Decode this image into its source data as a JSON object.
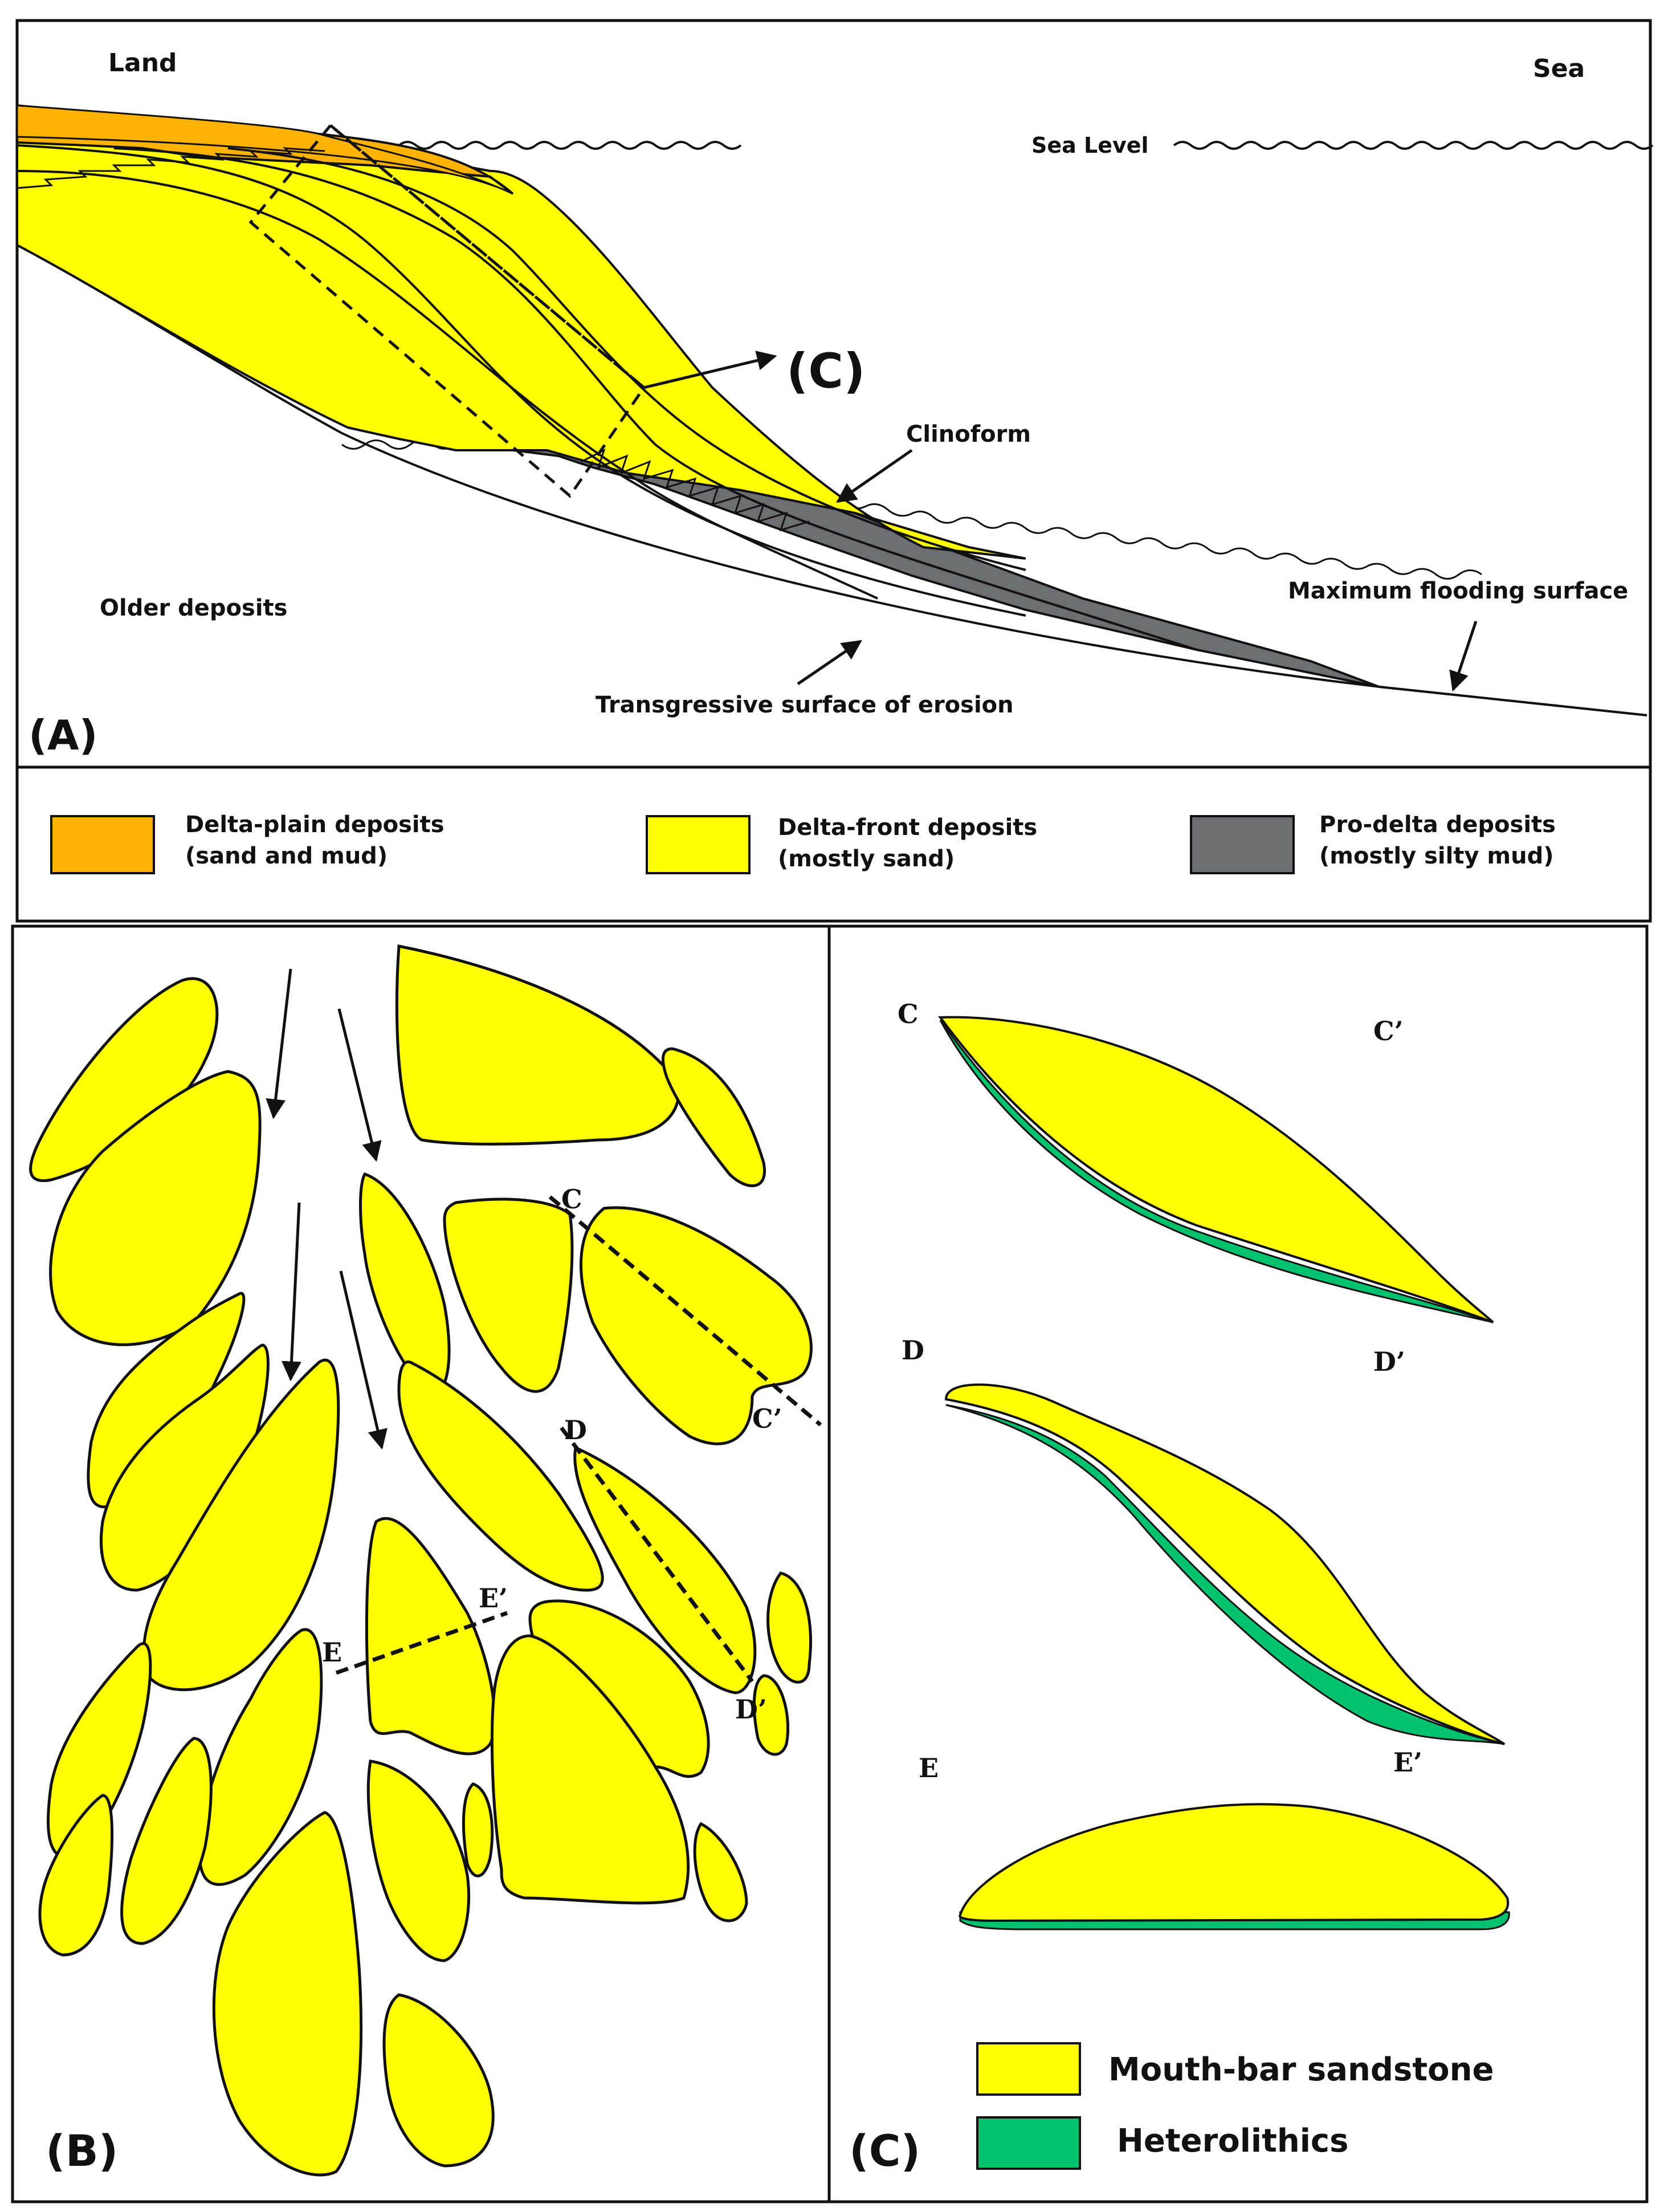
{
  "panel_a": {
    "label": "(A)",
    "land": "Land",
    "sea": "Sea",
    "sea_level": "Sea Level",
    "callout_c": "(C)",
    "clinoform": "Clinoform",
    "older_deposits": "Older deposits",
    "max_flooding": "Maximum flooding surface",
    "transgressive": "Transgressive surface of erosion"
  },
  "legend_a": {
    "items": [
      {
        "line1": "Delta-plain deposits",
        "line2": "(sand and mud)",
        "color": "#FFB300"
      },
      {
        "line1": "Delta-front deposits",
        "line2": "(mostly sand)",
        "color": "#FFFF00"
      },
      {
        "line1": "Pro-delta deposits",
        "line2": "(mostly silty mud)",
        "color": "#6D6E71"
      }
    ]
  },
  "panel_b": {
    "label": "(B)",
    "marks": {
      "c": "C",
      "c2": "C’",
      "d": "D",
      "d2": "D’",
      "e": "E",
      "e2": "E’"
    }
  },
  "panel_c": {
    "label": "(C)",
    "sections": {
      "c": "C",
      "c2": "C’",
      "d": "D",
      "d2": "D’",
      "e": "E",
      "e2": "E’"
    },
    "legend": [
      {
        "label": "Mouth-bar sandstone",
        "color": "#FFFF00"
      },
      {
        "label": "Heterolithics",
        "color": "#00C16E"
      }
    ]
  },
  "colors": {
    "sand": "#FFFF00",
    "plain": "#FFB300",
    "prodelta": "#6D6E71",
    "hetero": "#00C16E",
    "line": "#111111"
  }
}
